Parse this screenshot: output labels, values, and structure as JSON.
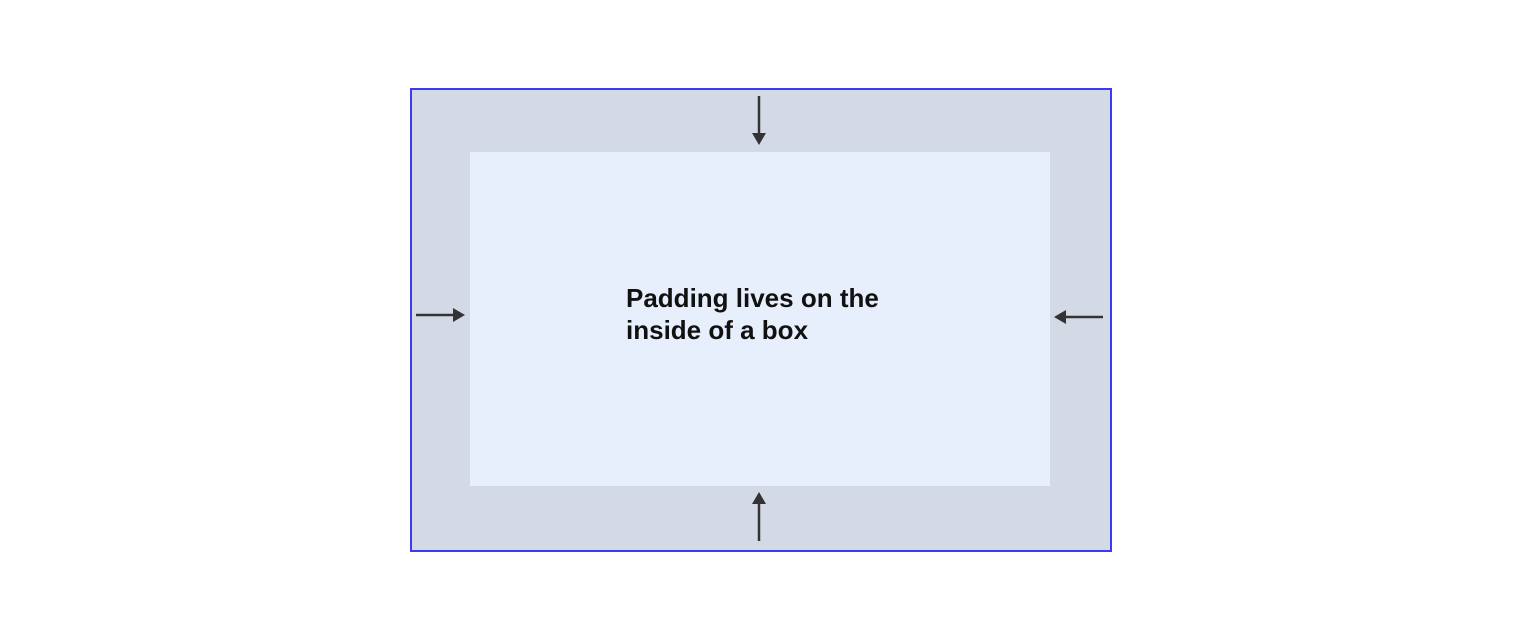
{
  "diagram": {
    "caption": "Padding lives on the inside of a box",
    "colors": {
      "border": "#3b3bf0",
      "padding_area": "#d4dae5",
      "content_area": "#e8effc",
      "arrow": "#333333",
      "text": "#111111"
    },
    "arrows": [
      {
        "name": "arrow-down-icon",
        "side": "top"
      },
      {
        "name": "arrow-right-icon",
        "side": "left"
      },
      {
        "name": "arrow-left-icon",
        "side": "right"
      },
      {
        "name": "arrow-up-icon",
        "side": "bottom"
      }
    ]
  }
}
